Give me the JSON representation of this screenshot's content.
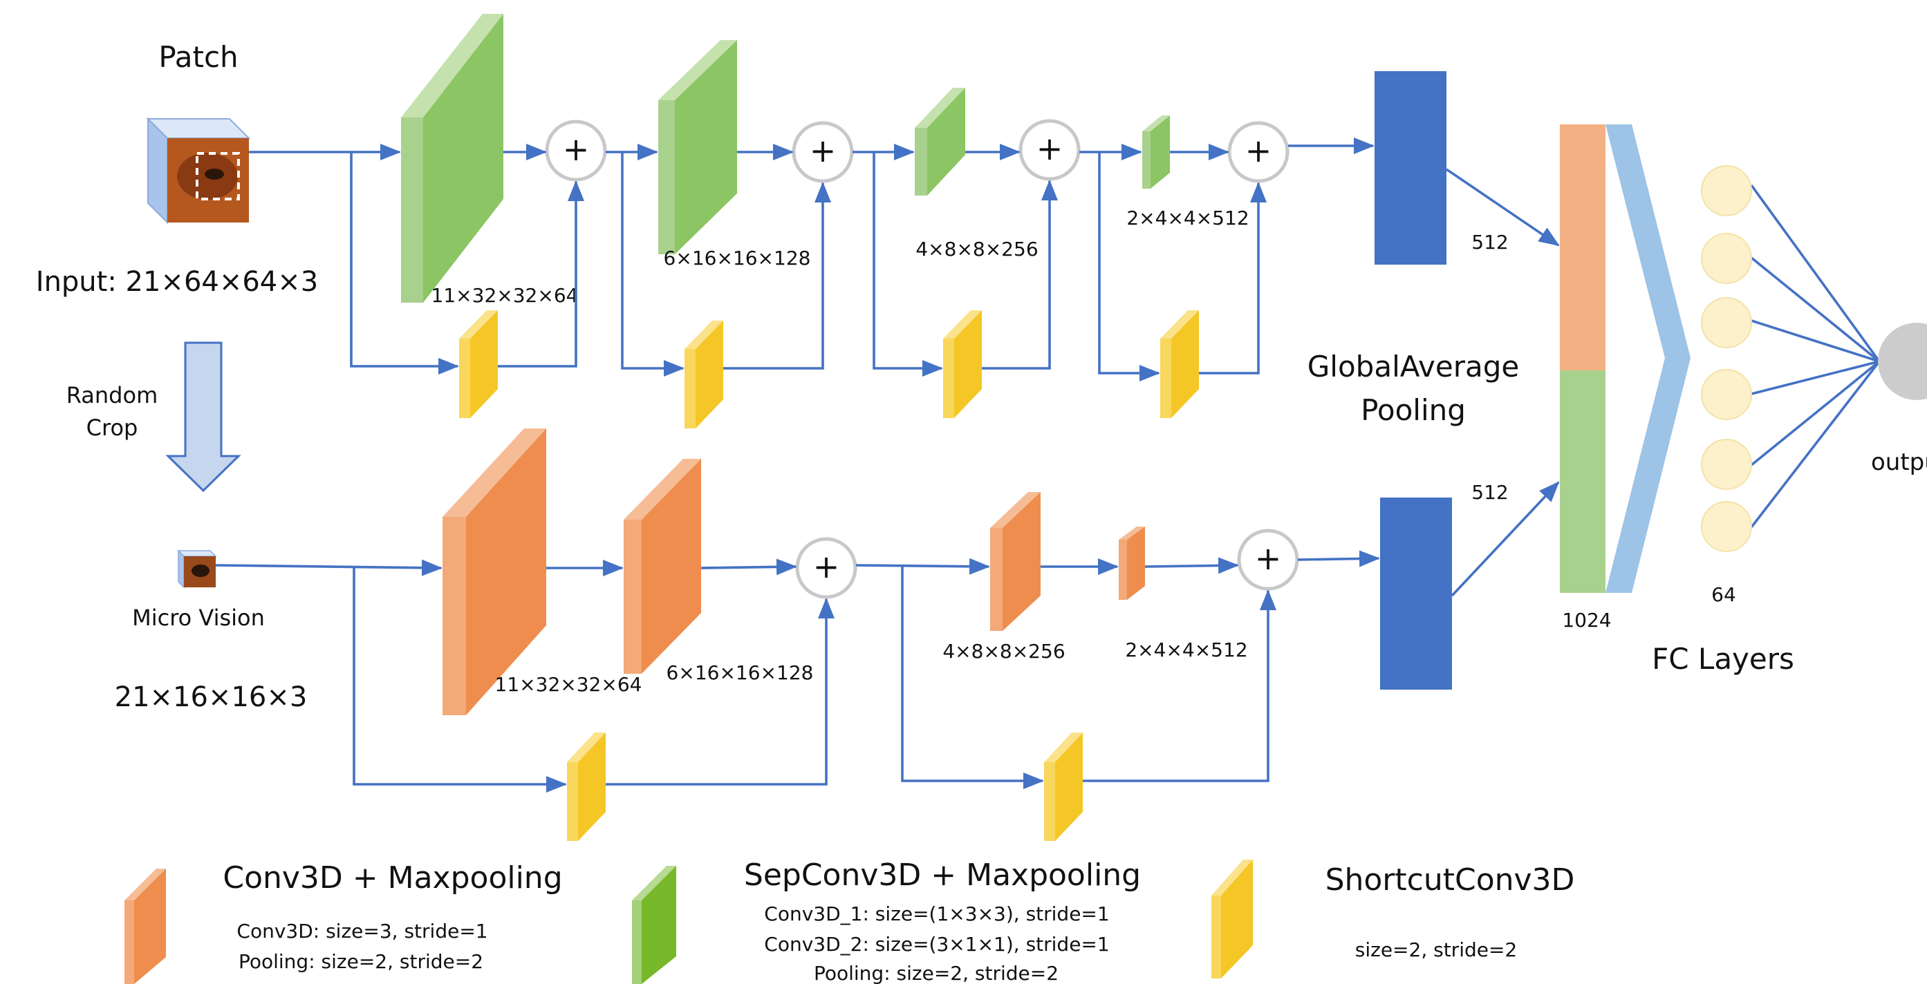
{
  "labels": {
    "patch": "Patch",
    "input": "Input: 21×64×64×3",
    "random_crop_1": "Random",
    "random_crop_2": "Crop",
    "micro_vision": "Micro Vision",
    "micro_input": "21×16×16×3",
    "gap_1": "GlobalAverage",
    "gap_2": "Pooling",
    "fc_layers": "FC Layers",
    "output": "output",
    "top_512": "512",
    "bottom_512": "512",
    "concat_1024": "1024",
    "fc_64": "64",
    "plus": "+"
  },
  "top_branch": {
    "dims": [
      "11×32×32×64",
      "6×16×16×128",
      "4×8×8×256",
      "2×4×4×512"
    ]
  },
  "bottom_branch": {
    "dims": [
      "11×32×32×64",
      "6×16×16×128",
      "4×8×8×256",
      "2×4×4×512"
    ]
  },
  "legend": {
    "conv": {
      "title": "Conv3D + Maxpooling",
      "lines": [
        "Conv3D:  size=3, stride=1",
        "Pooling: size=2, stride=2"
      ]
    },
    "sepconv": {
      "title": "SepConv3D + Maxpooling",
      "lines": [
        "Conv3D_1:  size=(1×3×3), stride=1",
        "Conv3D_2:  size=(3×1×1), stride=1",
        "Pooling: size=2, stride=2"
      ]
    },
    "shortcut": {
      "title": "ShortcutConv3D",
      "lines": [
        "size=2, stride=2"
      ]
    }
  },
  "colors": {
    "line": "#4472C4",
    "green_front": "#8CC563",
    "green_side": "#C5E1AE",
    "orange_front": "#EE8D4E",
    "orange_side": "#F6BC95",
    "yellow_front": "#F5C726",
    "yellow_side": "#FBE28B",
    "blue_block": "#4472C4",
    "concat_top": "#F4B183",
    "concat_bottom": "#A9D18E",
    "chevron": "#9DC3E6",
    "fc_node": "#FDF1CC",
    "output_node": "#CCCCCC"
  }
}
